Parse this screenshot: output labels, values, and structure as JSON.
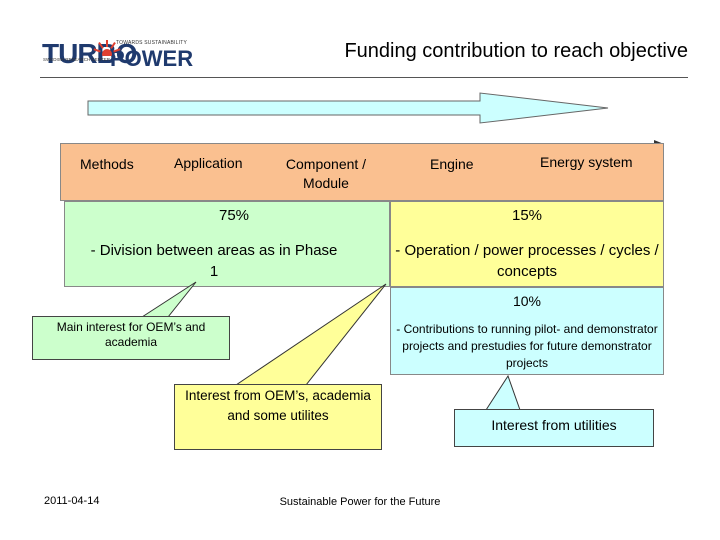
{
  "logo": {
    "word1": "TURBO",
    "word2": "POWER",
    "tagline": "TOWARDS SUSTAINABILITY",
    "subline": "SWEDISH RESEARCH CENTER"
  },
  "title": "Funding contribution to reach objective",
  "stages": {
    "methods": "Methods",
    "application": "Application",
    "component": "Component / Module",
    "engine": "Engine",
    "energy": "Energy system"
  },
  "green_box": {
    "percent": "75%",
    "text": "- Division between areas as in Phase 1"
  },
  "yellow_box": {
    "percent": "15%",
    "text": "- Operation / power processes / cycles / concepts"
  },
  "blue_box": {
    "percent": "10%",
    "text": "- Contributions to running pilot- and demonstrator projects and prestudies for future demonstrator projects"
  },
  "callouts": {
    "green": "Main interest for OEM’s and academia",
    "yellow": "Interest from OEM’s, academia and some utilites",
    "blue": "Interest from utilities"
  },
  "footer": {
    "date": "2011-04-14",
    "center": "Sustainable Power for the Future"
  },
  "colors": {
    "peach": "#fac090",
    "green": "#ccffcc",
    "yellow": "#ffff99",
    "blue": "#ccffff",
    "navy": "#1f3a6e",
    "arrow": "#ccffff"
  }
}
